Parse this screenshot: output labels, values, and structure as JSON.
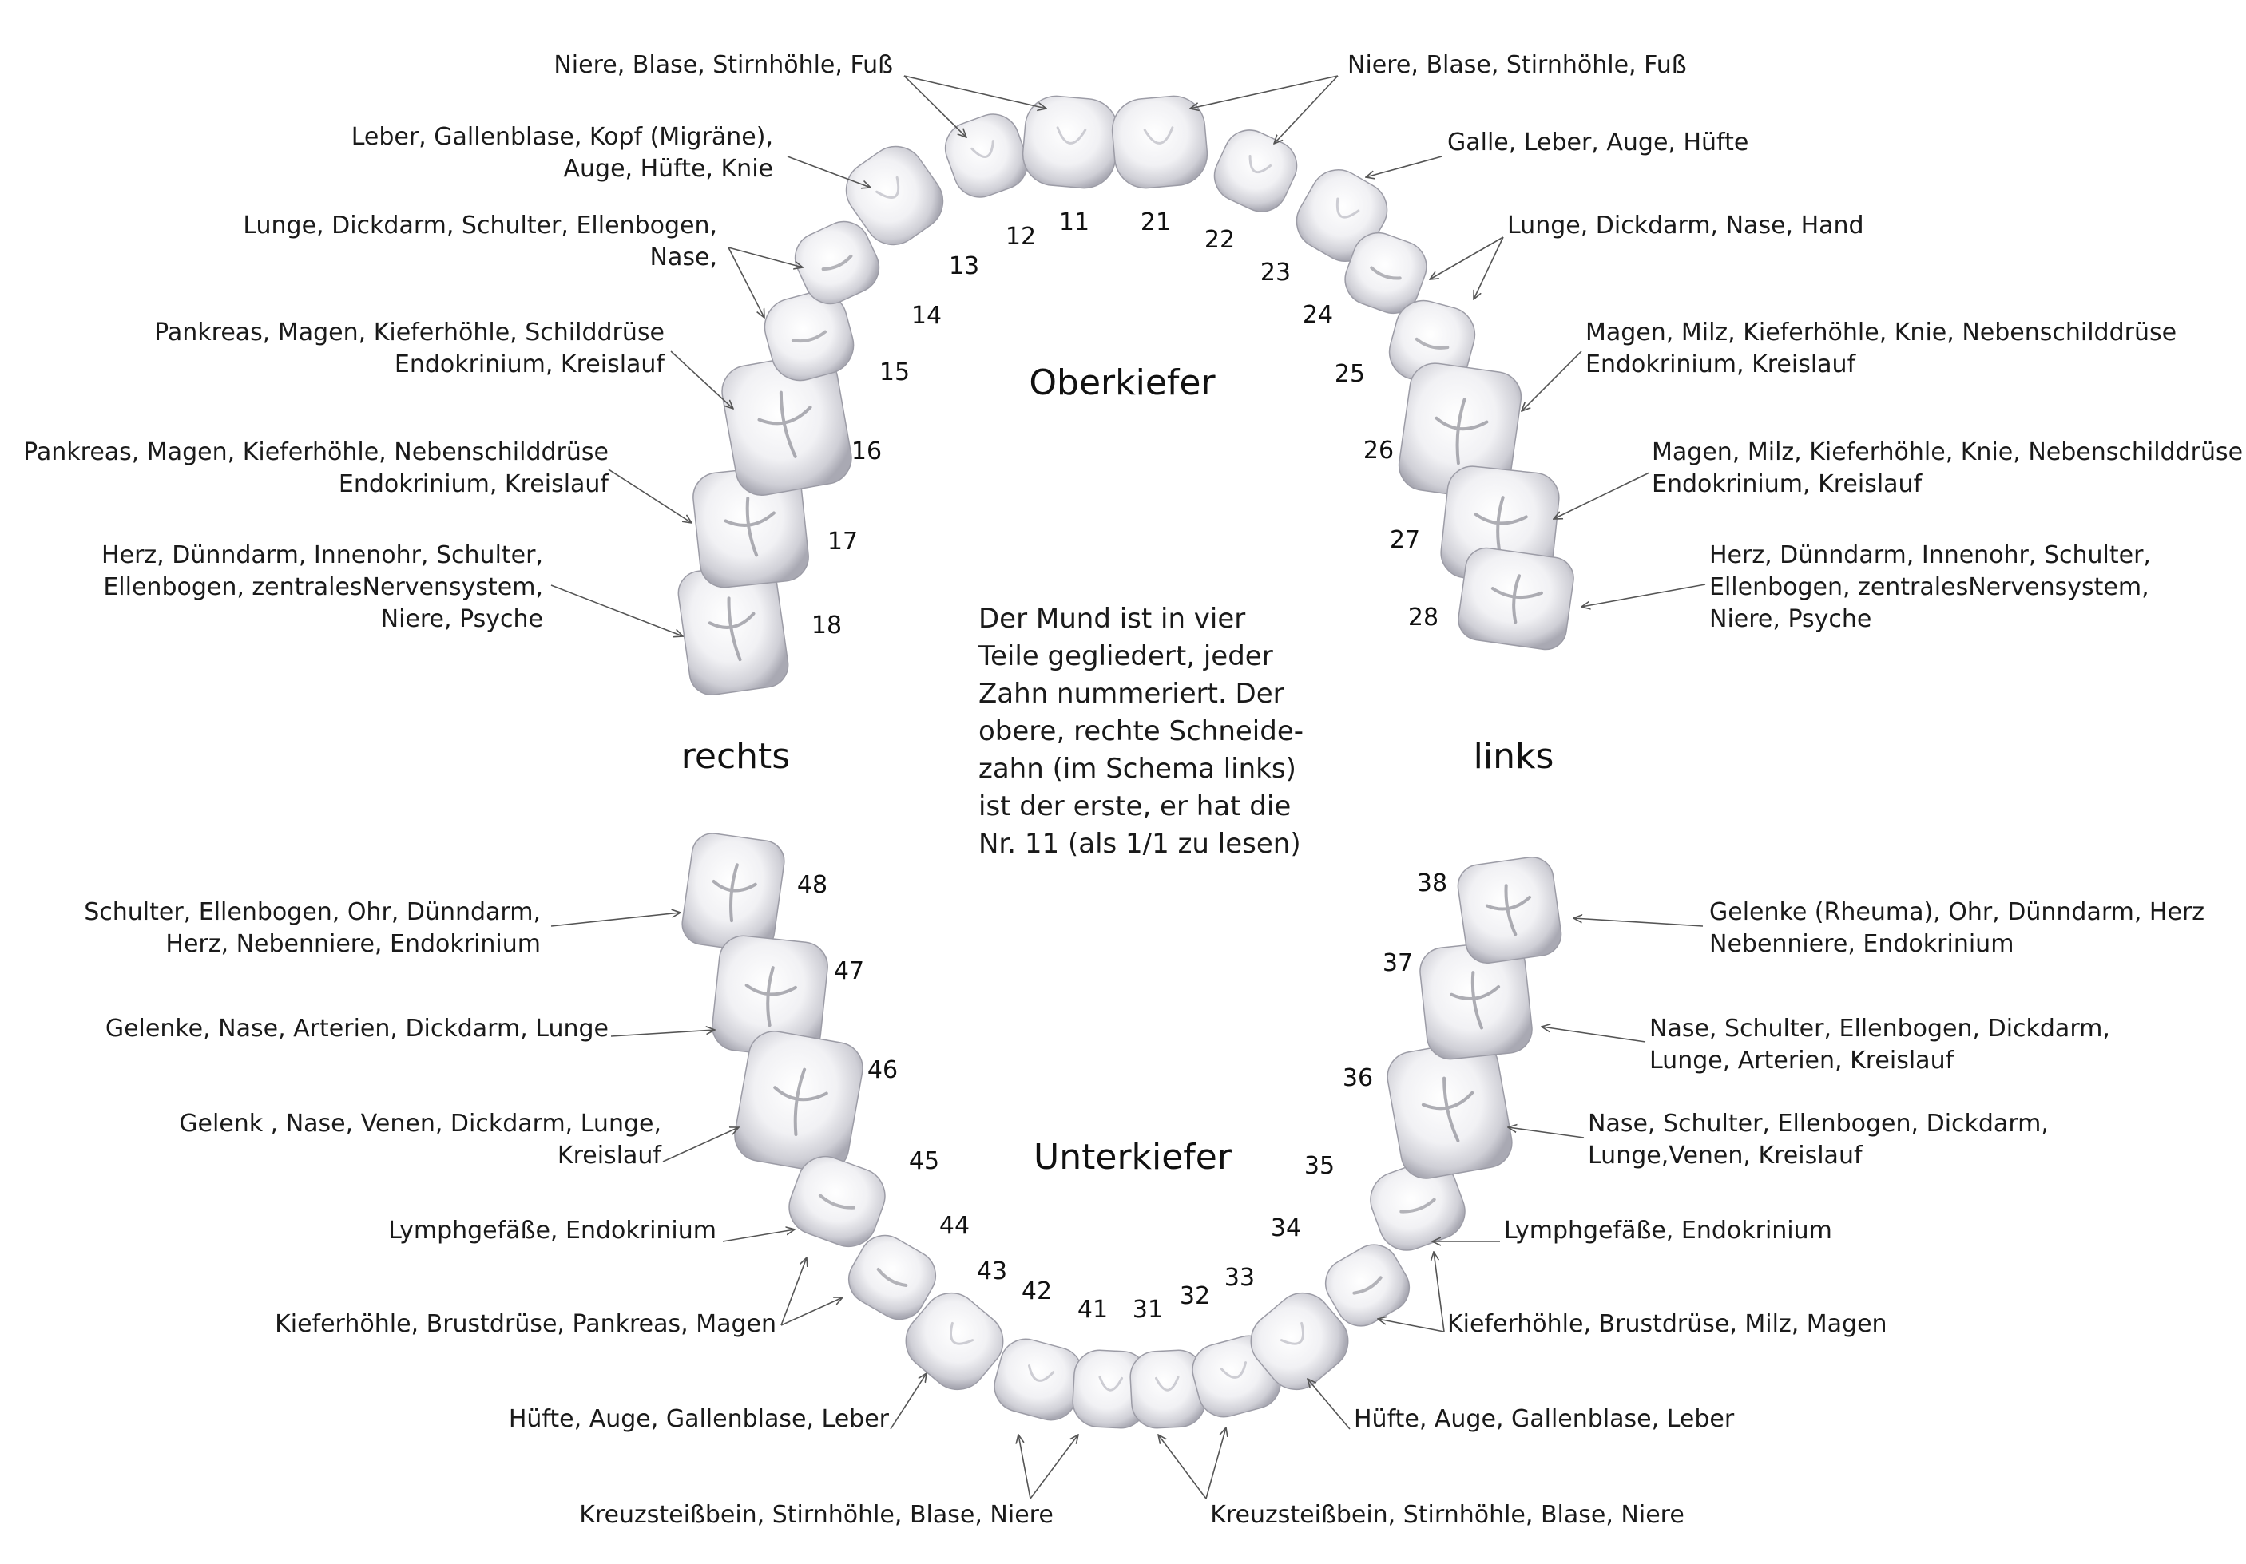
{
  "headings": {
    "upper": "Oberkiefer",
    "lower": "Unterkiefer",
    "right": "rechts",
    "left": "links"
  },
  "explanation": [
    "Der Mund ist in vier",
    "Teile gegliedert, jeder",
    "Zahn nummeriert. Der",
    "obere, rechte Schneide-",
    "zahn (im Schema links)",
    "ist der erste, er hat die",
    "Nr. 11 (als 1/1 zu lesen)"
  ],
  "teeth": [
    {
      "id": "18",
      "number": "18",
      "type": "molar"
    },
    {
      "id": "17",
      "number": "17",
      "type": "molar"
    },
    {
      "id": "16",
      "number": "16",
      "type": "molar"
    },
    {
      "id": "15",
      "number": "15",
      "type": "premolar"
    },
    {
      "id": "14",
      "number": "14",
      "type": "premolar"
    },
    {
      "id": "13",
      "number": "13",
      "type": "canine"
    },
    {
      "id": "12",
      "number": "12",
      "type": "incisor"
    },
    {
      "id": "11",
      "number": "11",
      "type": "incisor"
    },
    {
      "id": "21",
      "number": "21",
      "type": "incisor"
    },
    {
      "id": "22",
      "number": "22",
      "type": "incisor"
    },
    {
      "id": "23",
      "number": "23",
      "type": "canine"
    },
    {
      "id": "24",
      "number": "24",
      "type": "premolar"
    },
    {
      "id": "25",
      "number": "25",
      "type": "premolar"
    },
    {
      "id": "26",
      "number": "26",
      "type": "molar"
    },
    {
      "id": "27",
      "number": "27",
      "type": "molar"
    },
    {
      "id": "28",
      "number": "28",
      "type": "molar"
    },
    {
      "id": "48",
      "number": "48",
      "type": "molar"
    },
    {
      "id": "47",
      "number": "47",
      "type": "molar"
    },
    {
      "id": "46",
      "number": "46",
      "type": "molar"
    },
    {
      "id": "45",
      "number": "45",
      "type": "premolar"
    },
    {
      "id": "44",
      "number": "44",
      "type": "premolar"
    },
    {
      "id": "43",
      "number": "43",
      "type": "canine"
    },
    {
      "id": "42",
      "number": "42",
      "type": "incisor"
    },
    {
      "id": "41",
      "number": "41",
      "type": "incisor"
    },
    {
      "id": "31",
      "number": "31",
      "type": "incisor"
    },
    {
      "id": "32",
      "number": "32",
      "type": "incisor"
    },
    {
      "id": "33",
      "number": "33",
      "type": "canine"
    },
    {
      "id": "34",
      "number": "34",
      "type": "premolar"
    },
    {
      "id": "35",
      "number": "35",
      "type": "premolar"
    },
    {
      "id": "36",
      "number": "36",
      "type": "molar"
    },
    {
      "id": "37",
      "number": "37",
      "type": "molar"
    },
    {
      "id": "38",
      "number": "38",
      "type": "molar"
    }
  ],
  "labels": [
    {
      "id": "u-right-incisors",
      "teeth": [
        "11",
        "12"
      ],
      "lines": [
        "Niere, Blase, Stirnhöhle, Fuß"
      ]
    },
    {
      "id": "u-left-incisors",
      "teeth": [
        "21",
        "22"
      ],
      "lines": [
        "Niere, Blase, Stirnhöhle, Fuß"
      ]
    },
    {
      "id": "u-13",
      "teeth": [
        "13"
      ],
      "lines": [
        "Leber, Gallenblase, Kopf (Migräne),",
        "Auge, Hüfte, Knie"
      ]
    },
    {
      "id": "u-23",
      "teeth": [
        "23"
      ],
      "lines": [
        "Galle, Leber, Auge, Hüfte"
      ]
    },
    {
      "id": "u-14-15",
      "teeth": [
        "14",
        "15"
      ],
      "lines": [
        "Lunge, Dickdarm, Schulter, Ellenbogen,",
        "Nase,"
      ]
    },
    {
      "id": "u-24-25",
      "teeth": [
        "24",
        "25"
      ],
      "lines": [
        "Lunge, Dickdarm, Nase, Hand"
      ]
    },
    {
      "id": "u-16",
      "teeth": [
        "16"
      ],
      "lines": [
        "Pankreas, Magen, Kieferhöhle, Schilddrüse",
        "Endokrinium, Kreislauf"
      ]
    },
    {
      "id": "u-26",
      "teeth": [
        "26"
      ],
      "lines": [
        "Magen, Milz, Kieferhöhle, Knie, Nebenschilddrüse",
        "Endokrinium, Kreislauf"
      ]
    },
    {
      "id": "u-17",
      "teeth": [
        "17"
      ],
      "lines": [
        "Pankreas, Magen, Kieferhöhle, Nebenschilddrüse",
        "Endokrinium, Kreislauf"
      ]
    },
    {
      "id": "u-27",
      "teeth": [
        "27"
      ],
      "lines": [
        "Magen, Milz, Kieferhöhle, Knie, Nebenschilddrüse",
        "Endokrinium, Kreislauf"
      ]
    },
    {
      "id": "u-18",
      "teeth": [
        "18"
      ],
      "lines": [
        "Herz, Dünndarm, Innenohr, Schulter,",
        "Ellenbogen, zentralesNervensystem,",
        "Niere, Psyche"
      ]
    },
    {
      "id": "u-28",
      "teeth": [
        "28"
      ],
      "lines": [
        "Herz, Dünndarm, Innenohr, Schulter,",
        "Ellenbogen, zentralesNervensystem,",
        "Niere, Psyche"
      ]
    },
    {
      "id": "l-48",
      "teeth": [
        "48"
      ],
      "lines": [
        "Schulter, Ellenbogen, Ohr, Dünndarm,",
        "Herz, Nebenniere, Endokrinium"
      ]
    },
    {
      "id": "l-38",
      "teeth": [
        "38"
      ],
      "lines": [
        "Gelenke (Rheuma), Ohr, Dünndarm, Herz",
        "Nebenniere, Endokrinium"
      ]
    },
    {
      "id": "l-47",
      "teeth": [
        "47"
      ],
      "lines": [
        "Gelenke, Nase, Arterien, Dickdarm, Lunge"
      ]
    },
    {
      "id": "l-37",
      "teeth": [
        "37"
      ],
      "lines": [
        "Nase, Schulter, Ellenbogen, Dickdarm,",
        "Lunge, Arterien, Kreislauf"
      ]
    },
    {
      "id": "l-46",
      "teeth": [
        "46"
      ],
      "lines": [
        "Gelenk , Nase, Venen, Dickdarm, Lunge,",
        "Kreislauf"
      ]
    },
    {
      "id": "l-36",
      "teeth": [
        "36"
      ],
      "lines": [
        "Nase, Schulter, Ellenbogen, Dickdarm,",
        "Lunge,Venen, Kreislauf"
      ]
    },
    {
      "id": "l-45",
      "teeth": [
        "45"
      ],
      "lines": [
        "Lymphgefäße, Endokrinium"
      ]
    },
    {
      "id": "l-35",
      "teeth": [
        "35"
      ],
      "lines": [
        "Lymphgefäße, Endokrinium"
      ]
    },
    {
      "id": "l-44",
      "teeth": [
        "44"
      ],
      "lines": [
        "Kieferhöhle, Brustdrüse, Pankreas, Magen"
      ]
    },
    {
      "id": "l-34",
      "teeth": [
        "34"
      ],
      "lines": [
        "Kieferhöhle, Brustdrüse, Milz, Magen"
      ]
    },
    {
      "id": "l-43",
      "teeth": [
        "43"
      ],
      "lines": [
        "Hüfte, Auge, Gallenblase, Leber"
      ]
    },
    {
      "id": "l-33",
      "teeth": [
        "33"
      ],
      "lines": [
        "Hüfte, Auge, Gallenblase, Leber"
      ]
    },
    {
      "id": "l-41-42",
      "teeth": [
        "41",
        "42"
      ],
      "lines": [
        "Kreuzsteißbein, Stirnhöhle, Blase, Niere"
      ]
    },
    {
      "id": "l-31-32",
      "teeth": [
        "31",
        "32"
      ],
      "lines": [
        "Kreuzsteißbein, Stirnhöhle, Blase, Niere"
      ]
    }
  ]
}
